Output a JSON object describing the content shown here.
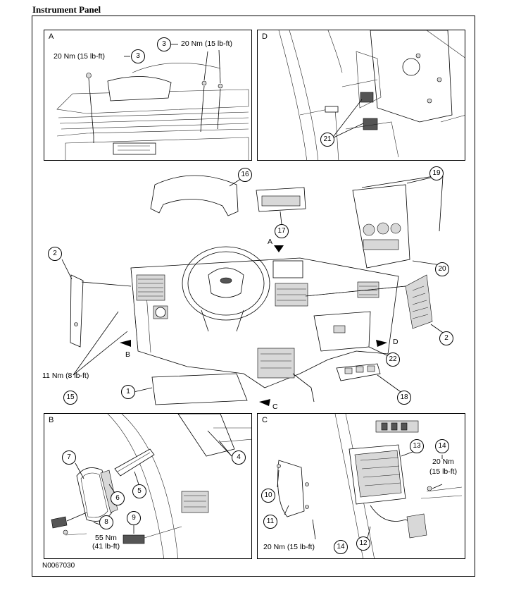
{
  "title": "Instrument Panel",
  "figure_id": "N0067030",
  "panels": {
    "a": {
      "letter": "A",
      "labels": {
        "torque_left": "20 Nm (15 lb-ft)",
        "torque_right": "20 Nm (15 lb-ft)"
      },
      "callouts": {
        "c3a": "3",
        "c3b": "3"
      }
    },
    "d": {
      "letter": "D",
      "callouts": {
        "c21": "21"
      }
    },
    "main": {
      "labels": {
        "torque_15": "11 Nm (8 lb-ft)",
        "view_a": "A",
        "view_b": "B",
        "view_c": "C",
        "view_d": "D"
      },
      "callouts": {
        "c16": "16",
        "c19": "19",
        "c17": "17",
        "c2l": "2",
        "c20": "20",
        "c2r": "2",
        "c22": "22",
        "c15": "15",
        "c1": "1",
        "c18": "18"
      }
    },
    "b": {
      "letter": "B",
      "labels": {
        "torque_8a": "55 Nm",
        "torque_8b": "(41 lb-ft)"
      },
      "callouts": {
        "c7": "7",
        "c4": "4",
        "c6": "6",
        "c5": "5",
        "c9": "9",
        "c8": "8"
      }
    },
    "c": {
      "letter": "C",
      "labels": {
        "torque_14a": "20 Nm",
        "torque_14b": "(15 lb-ft)",
        "torque_14c": "20 Nm (15 lb-ft)"
      },
      "callouts": {
        "c13": "13",
        "c14a": "14",
        "c10": "10",
        "c11": "11",
        "c12": "12",
        "c14b": "14"
      }
    }
  }
}
